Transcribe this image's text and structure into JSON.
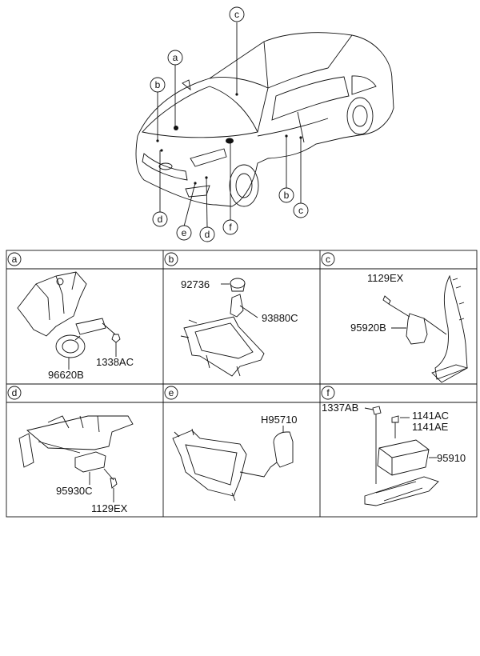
{
  "overview": {
    "callouts": [
      "c",
      "a",
      "b",
      "b",
      "c",
      "d",
      "e",
      "d",
      "f"
    ]
  },
  "panels": [
    {
      "letter": "a",
      "labels": [
        "96620B",
        "1338AC"
      ]
    },
    {
      "letter": "b",
      "labels": [
        "92736",
        "93880C"
      ]
    },
    {
      "letter": "c",
      "labels": [
        "1129EX",
        "95920B"
      ]
    },
    {
      "letter": "d",
      "labels": [
        "95930C",
        "1129EX"
      ]
    },
    {
      "letter": "e",
      "labels": [
        "H95710"
      ]
    },
    {
      "letter": "f",
      "labels": [
        "1337AB",
        "1141AC",
        "1141AE",
        "95910"
      ]
    }
  ]
}
